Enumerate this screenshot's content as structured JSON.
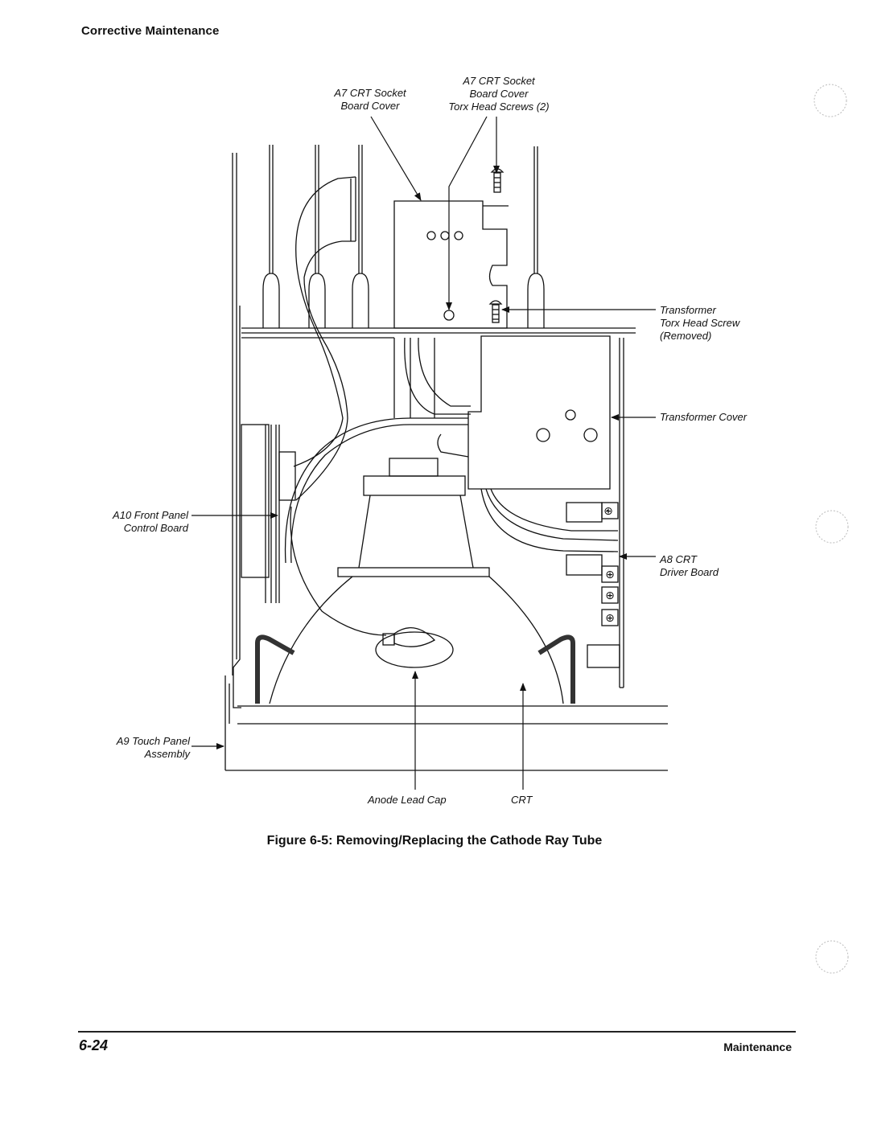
{
  "header": {
    "section": "Corrective Maintenance"
  },
  "figure": {
    "labels": {
      "a7_cover": [
        "A7 CRT Socket",
        "Board Cover"
      ],
      "a7_screws": [
        "A7 CRT Socket",
        "Board Cover",
        "Torx Head Screws (2)"
      ],
      "transformer_screw": [
        "Transformer",
        "Torx Head Screw",
        "(Removed)"
      ],
      "transformer_cover": "Transformer Cover",
      "front_panel": [
        "A10 Front Panel",
        "Control Board"
      ],
      "crt_driver": [
        "A8 CRT",
        "Driver Board"
      ],
      "touch_panel": [
        "A9 Touch Panel",
        "Assembly"
      ],
      "anode_cap": "Anode Lead Cap",
      "crt": "CRT"
    },
    "caption": "Figure 6-5:  Removing/Replacing the Cathode Ray Tube"
  },
  "footer": {
    "page": "6-24",
    "section": "Maintenance"
  }
}
